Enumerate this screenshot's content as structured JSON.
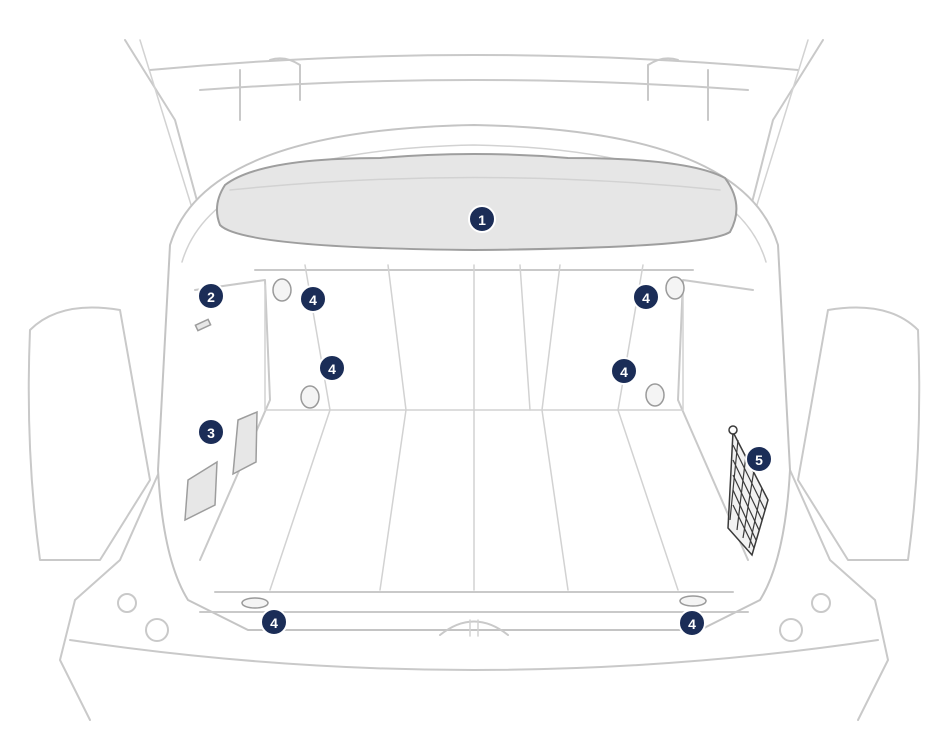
{
  "callouts": [
    {
      "id": "c1",
      "label": "1"
    },
    {
      "id": "c2",
      "label": "2"
    },
    {
      "id": "c3",
      "label": "3"
    },
    {
      "id": "c4a",
      "label": "4"
    },
    {
      "id": "c4b",
      "label": "4"
    },
    {
      "id": "c4c",
      "label": "4"
    },
    {
      "id": "c4d",
      "label": "4"
    },
    {
      "id": "c4e",
      "label": "4"
    },
    {
      "id": "c4f",
      "label": "4"
    },
    {
      "id": "c5",
      "label": "5"
    }
  ]
}
